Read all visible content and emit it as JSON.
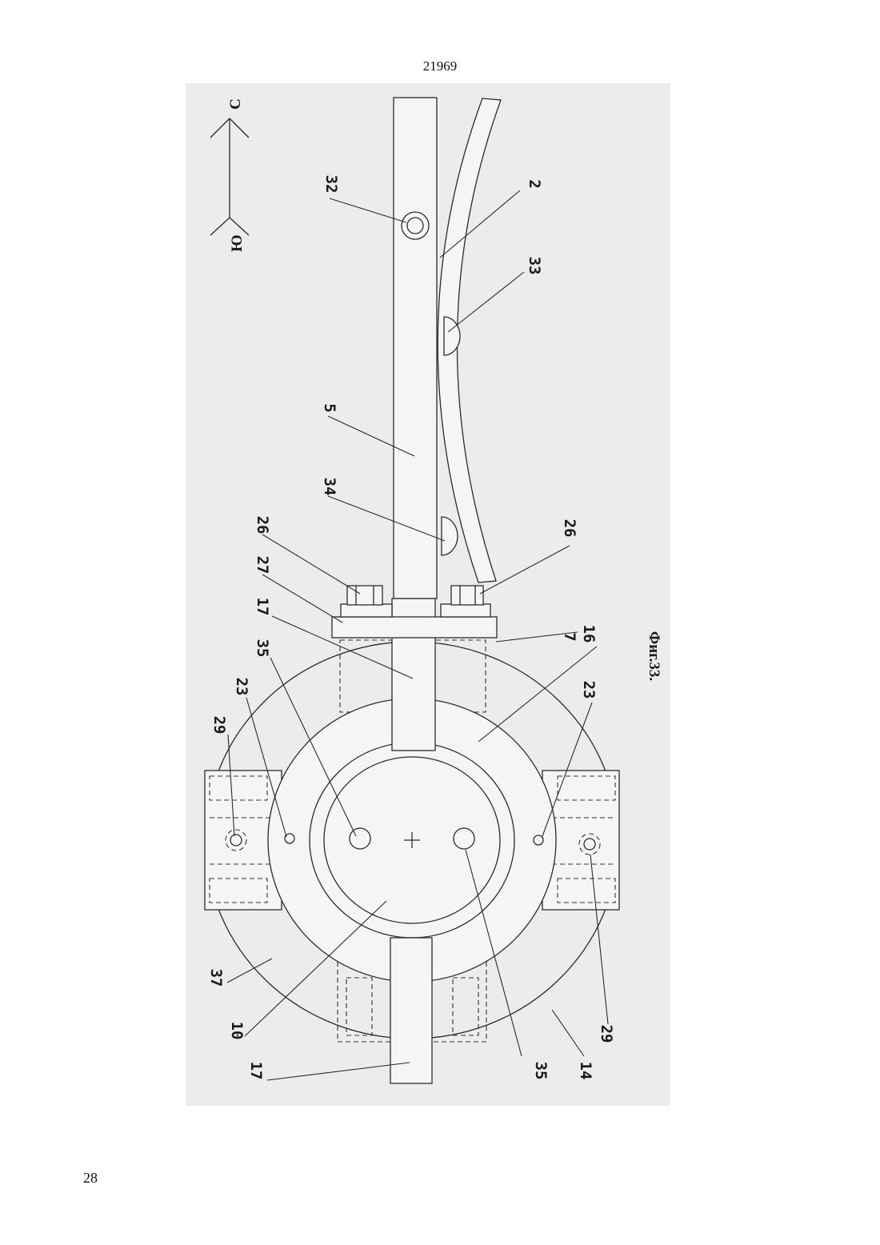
{
  "page": {
    "document_number": "21969",
    "page_number": "28"
  },
  "figure": {
    "caption": "Фиг.33.",
    "compass": {
      "north": "С",
      "south": "Ю"
    },
    "labels": {
      "l32": "32",
      "l2": "2",
      "l33": "33",
      "l5": "5",
      "l34": "34",
      "l26a": "26",
      "l27": "27",
      "l17a": "17",
      "l35a": "35",
      "l23a": "23",
      "l29a": "29",
      "l37": "37",
      "l10": "10",
      "l17b": "17",
      "l26b": "26",
      "l7": "7",
      "l16": "16",
      "l23b": "23",
      "l35b": "35",
      "l14": "14",
      "l29b": "29"
    }
  }
}
